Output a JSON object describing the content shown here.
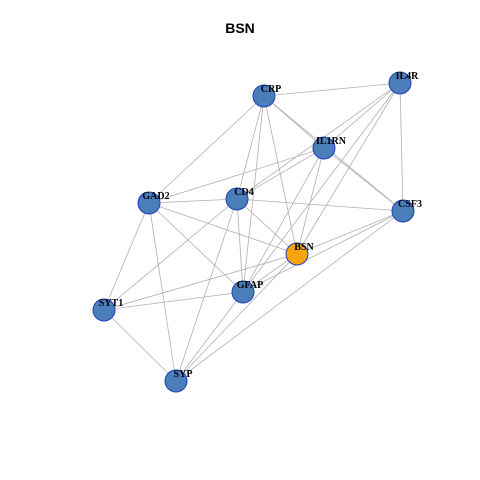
{
  "title": "BSN",
  "colors": {
    "node_default": "#4a7eb8",
    "node_highlight": "#f5a40c",
    "node_border": "#1f3fbf",
    "edge": "#b0b0b0"
  },
  "nodes": [
    {
      "id": "BSN",
      "label": "BSN",
      "highlight": true
    },
    {
      "id": "CRP",
      "label": "CRP"
    },
    {
      "id": "IL4R",
      "label": "IL4R"
    },
    {
      "id": "IL1RN",
      "label": "IL1RN"
    },
    {
      "id": "GAD2",
      "label": "GAD2"
    },
    {
      "id": "CD4",
      "label": "CD4"
    },
    {
      "id": "CSF3",
      "label": "CSF3"
    },
    {
      "id": "GFAP",
      "label": "GFAP"
    },
    {
      "id": "SYT1",
      "label": "SYT1"
    },
    {
      "id": "SYP",
      "label": "SYP"
    }
  ],
  "edges": [
    [
      "CRP",
      "IL4R"
    ],
    [
      "CRP",
      "IL1RN"
    ],
    [
      "CRP",
      "GAD2"
    ],
    [
      "CRP",
      "CD4"
    ],
    [
      "CRP",
      "CSF3"
    ],
    [
      "CRP",
      "BSN"
    ],
    [
      "CRP",
      "GFAP"
    ],
    [
      "IL4R",
      "IL1RN"
    ],
    [
      "IL4R",
      "CD4"
    ],
    [
      "IL4R",
      "CSF3"
    ],
    [
      "IL4R",
      "BSN"
    ],
    [
      "IL4R",
      "GFAP"
    ],
    [
      "IL1RN",
      "GAD2"
    ],
    [
      "IL1RN",
      "CD4"
    ],
    [
      "IL1RN",
      "CSF3"
    ],
    [
      "IL1RN",
      "BSN"
    ],
    [
      "IL1RN",
      "GFAP"
    ],
    [
      "GAD2",
      "CD4"
    ],
    [
      "GAD2",
      "BSN"
    ],
    [
      "GAD2",
      "GFAP"
    ],
    [
      "GAD2",
      "SYT1"
    ],
    [
      "GAD2",
      "SYP"
    ],
    [
      "CD4",
      "CSF3"
    ],
    [
      "CD4",
      "BSN"
    ],
    [
      "CD4",
      "GFAP"
    ],
    [
      "CD4",
      "SYT1"
    ],
    [
      "CD4",
      "SYP"
    ],
    [
      "CSF3",
      "BSN"
    ],
    [
      "CSF3",
      "GFAP"
    ],
    [
      "CSF3",
      "SYP"
    ],
    [
      "BSN",
      "GFAP"
    ],
    [
      "BSN",
      "SYT1"
    ],
    [
      "BSN",
      "SYP"
    ],
    [
      "GFAP",
      "SYT1"
    ],
    [
      "GFAP",
      "SYP"
    ],
    [
      "SYT1",
      "SYP"
    ]
  ]
}
